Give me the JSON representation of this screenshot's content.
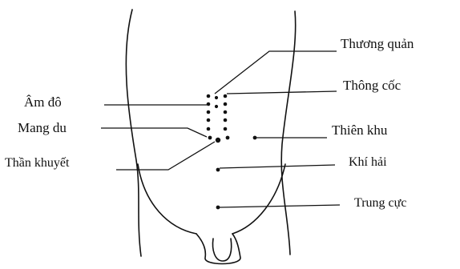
{
  "diagram": {
    "labels": {
      "thuong_quan": "Thương quản",
      "thong_coc": "Thông cốc",
      "am_do": "Âm đô",
      "mang_du": "Mang du",
      "thien_khu": "Thiên khu",
      "than_khuyet": "Thần khuyết",
      "khi_hai": "Khí hải",
      "trung_cuc": "Trung cực"
    }
  }
}
